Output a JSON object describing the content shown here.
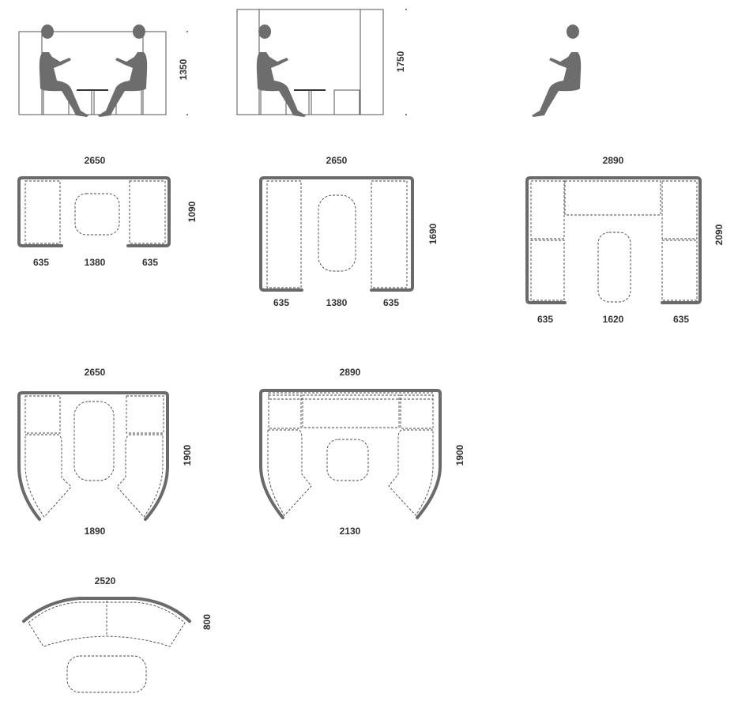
{
  "elevations": [
    {
      "height": "1350"
    },
    {
      "height": "1750"
    }
  ],
  "plans": [
    {
      "width": "2650",
      "depth": "1090",
      "bottom": [
        "635",
        "1380",
        "635"
      ]
    },
    {
      "width": "2650",
      "depth": "1690",
      "bottom": [
        "635",
        "1380",
        "635"
      ]
    },
    {
      "width": "2890",
      "depth": "2090",
      "bottom": [
        "635",
        "1620",
        "635"
      ]
    },
    {
      "width": "2650",
      "depth": "1900",
      "bottom": [
        "1890"
      ]
    },
    {
      "width": "2890",
      "depth": "1900",
      "bottom": [
        "2130"
      ]
    },
    {
      "width": "2520",
      "depth": "800"
    }
  ],
  "colors": {
    "wall": "#6a6a6a",
    "silhouette": "#6d6d6d"
  }
}
